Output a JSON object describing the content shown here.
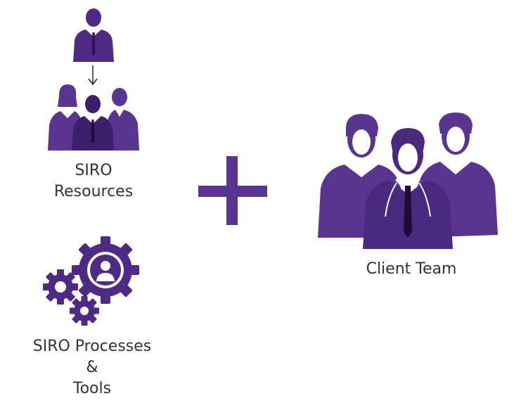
{
  "left": {
    "resources": {
      "line1": "SIRO",
      "line2": "Resources"
    },
    "processes": {
      "line1": "SIRO Processes",
      "line2": "&",
      "line3": "Tools"
    }
  },
  "right": {
    "client_team_label": "Client Team"
  },
  "colors": {
    "accent": "#4e2a84",
    "accent_light": "#6b4a9e",
    "text": "#333333"
  },
  "icons": {
    "manager": "manager-icon",
    "arrow": "down-arrow-icon",
    "resources": "team-icon",
    "gears": "gears-icon",
    "plus": "plus-icon",
    "client_team": "client-team-icon"
  }
}
